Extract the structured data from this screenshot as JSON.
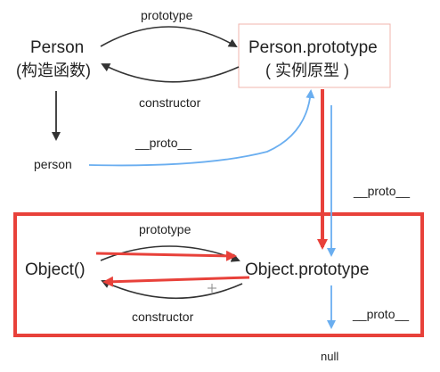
{
  "diagram": {
    "nodes": {
      "person": {
        "name": "Person",
        "subtitle": "(构造函数)"
      },
      "person_prototype": {
        "name": "Person.prototype",
        "subtitle": "( 实例原型 )"
      },
      "person_instance": {
        "name": "person"
      },
      "object": {
        "name": "Object()"
      },
      "object_prototype": {
        "name": "Object.prototype"
      },
      "null_node": {
        "name": "null"
      }
    },
    "edges": {
      "person_to_proto": "prototype",
      "proto_to_person": "constructor",
      "instance_proto": "__proto__",
      "personproto_to_objectproto": "__proto__",
      "object_to_proto": "prototype",
      "objectproto_to_object": "constructor",
      "objectproto_to_null": "__proto__"
    },
    "colors": {
      "text": "#222222",
      "arrow_dark": "#333333",
      "arrow_blue": "#6aaef0",
      "highlight_red": "#e8413a",
      "box_outline": "#f0b4ae"
    }
  }
}
